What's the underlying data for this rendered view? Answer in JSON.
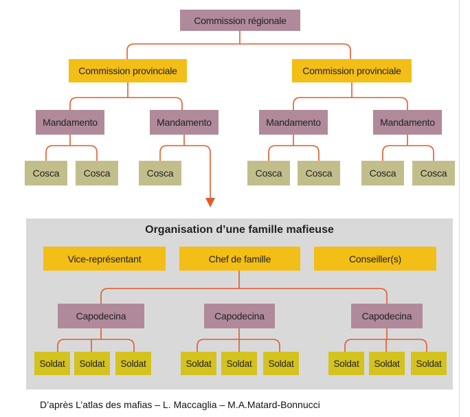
{
  "top": {
    "commission_regionale": "Commission régionale"
  },
  "left_branch": {
    "commission": "Commission provinciale",
    "mandamento_1": "Mandamento",
    "mandamento_2": "Mandamento",
    "cosca": [
      "Cosca",
      "Cosca",
      "Cosca"
    ]
  },
  "right_branch": {
    "commission": "Commission provinciale",
    "mandamento_1": "Mandamento",
    "mandamento_2": "Mandamento",
    "cosca": [
      "Cosca",
      "Cosca",
      "Cosca",
      "Cosca"
    ]
  },
  "famille": {
    "title": "Organisation d’une famille mafieuse",
    "vice": "Vice-représentant",
    "chef": "Chef de famille",
    "conseiller": "Conseiller(s)",
    "capodecina": [
      "Capodecina",
      "Capodecina",
      "Capodecina"
    ],
    "soldat": [
      "Soldat",
      "Soldat",
      "Soldat",
      "Soldat",
      "Soldat",
      "Soldat",
      "Soldat",
      "Soldat",
      "Soldat"
    ]
  },
  "credit": "D’après L’atlas des mafias – L. Maccaglia – M.A.Matard-Bonnucci",
  "colors": {
    "connector": "#e05a2a",
    "mauve": "#b08a9a",
    "orange": "#f3be16",
    "khaki": "#c2be8c",
    "olive": "#d4c21e",
    "panel": "#d9d9d9"
  }
}
